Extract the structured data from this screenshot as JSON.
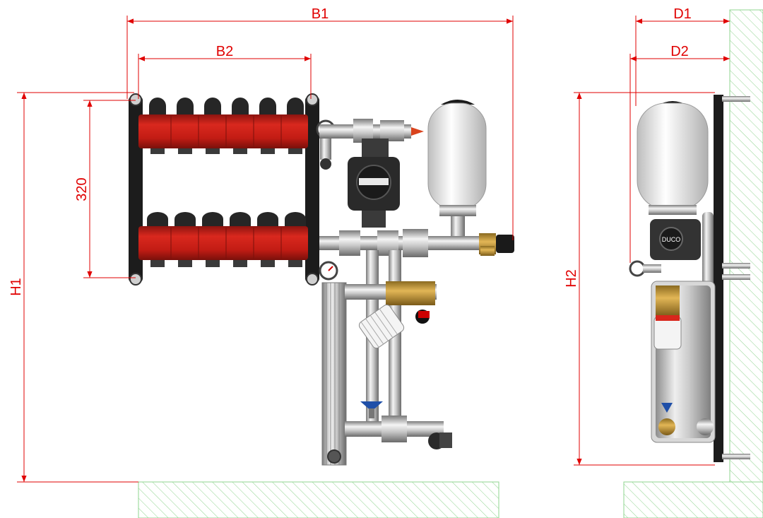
{
  "dimensions": {
    "b1": "B1",
    "b2": "B2",
    "h1": "H1",
    "h2": "H2",
    "d1": "D1",
    "d2": "D2",
    "spacing": "320"
  },
  "colors": {
    "dimension": "#e00000",
    "manifold": "#c8201a",
    "hatch": "#8fd48f",
    "vessel": "#f0f0f0",
    "pump": "#2a2a2a",
    "brass": "#c99a3a",
    "valve_handle": "#1f4fa8"
  },
  "tank_label": "DUCO"
}
